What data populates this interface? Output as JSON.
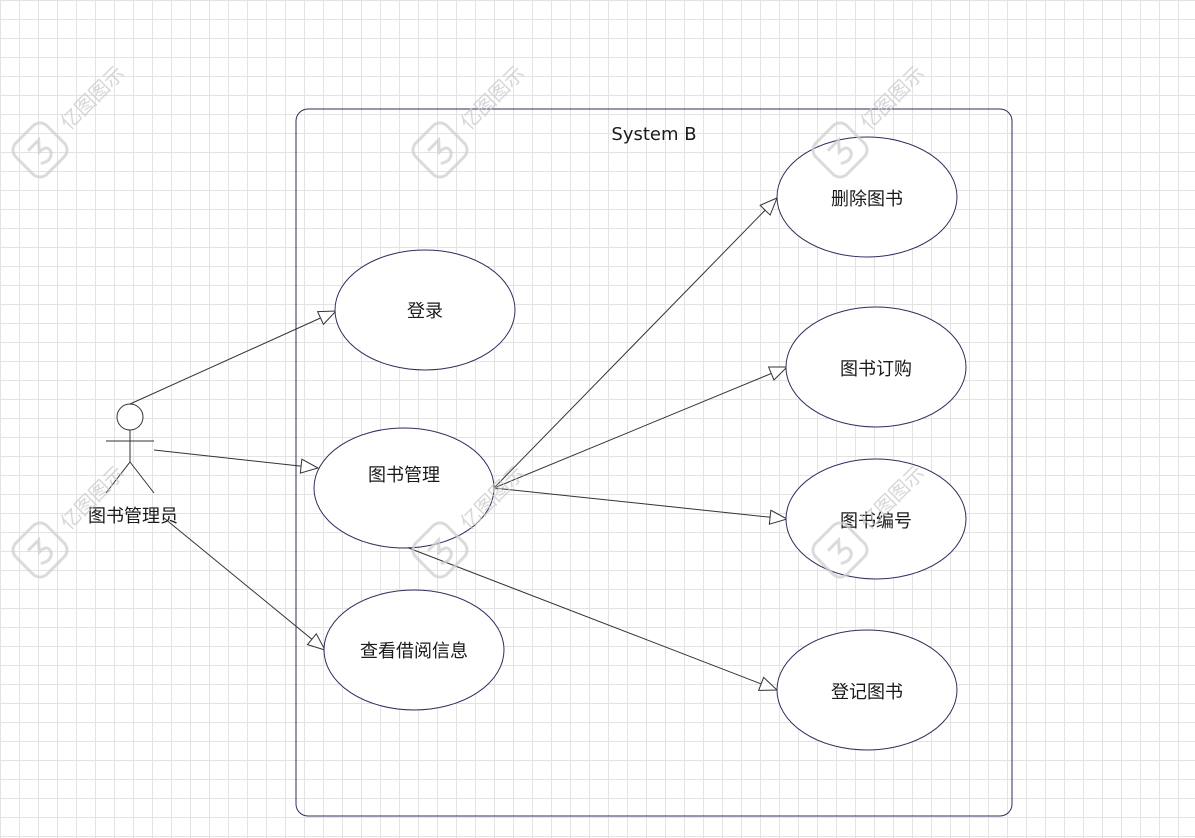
{
  "diagram": {
    "system_title": "System B",
    "actor": {
      "name": "图书管理员"
    },
    "use_cases": {
      "login": "登录",
      "book_management": "图书管理",
      "view_borrow_info": "查看借阅信息",
      "delete_book": "删除图书",
      "order_book": "图书订购",
      "book_number": "图书编号",
      "register_book": "登记图书"
    }
  },
  "watermark": {
    "text": "亿图图示"
  },
  "colors": {
    "outline": "#2e2e5e",
    "grid": "#e3e3e3",
    "watermark": "#c9c9c9"
  }
}
